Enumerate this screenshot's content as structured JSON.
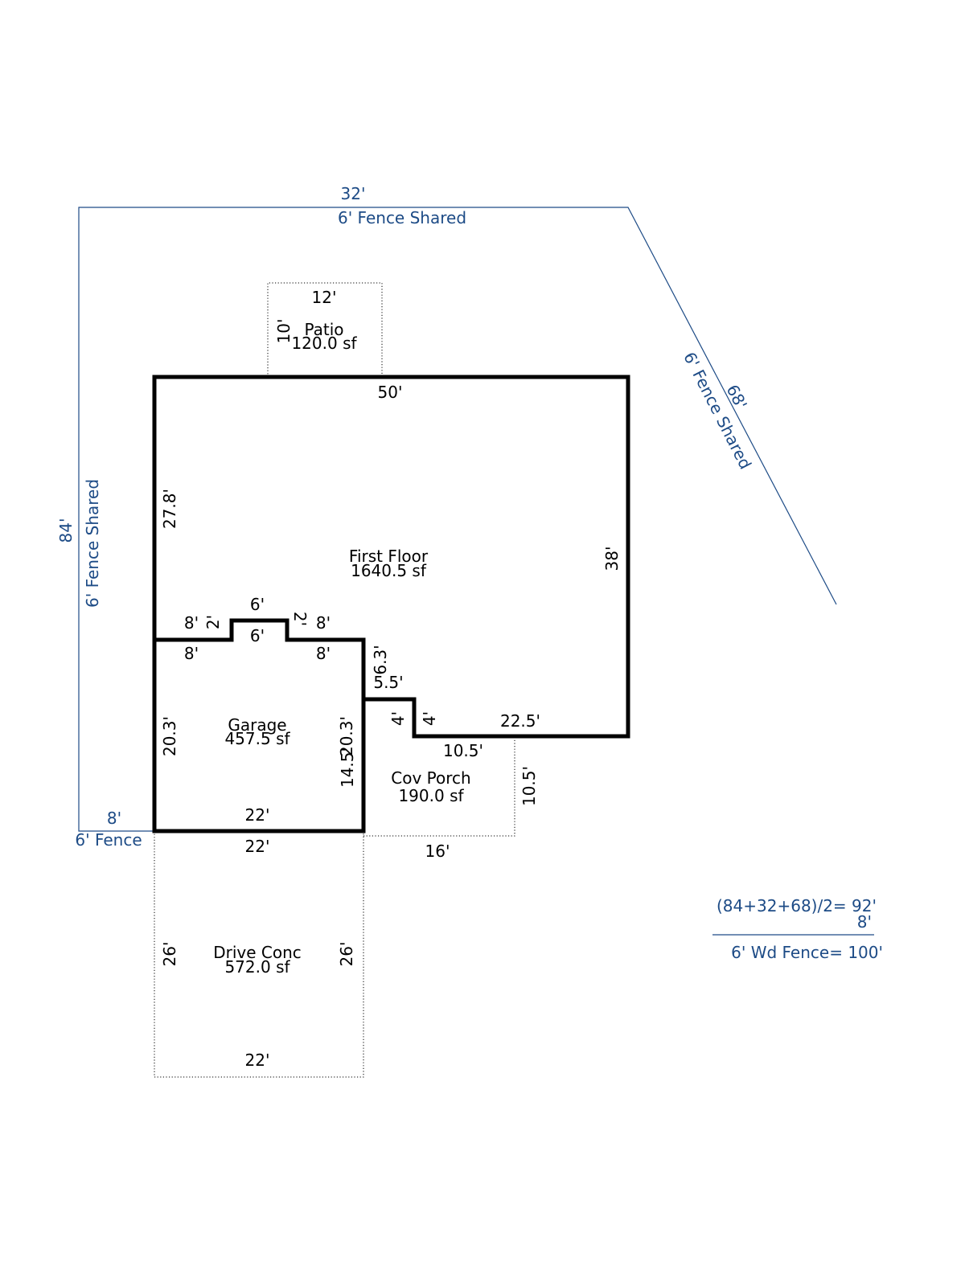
{
  "fence": {
    "top_length": "32'",
    "top_label": "6' Fence Shared",
    "diagonal_length": "68'",
    "diagonal_label": "6' Fence Shared",
    "left_length": "84'",
    "left_label": "6' Fence Shared",
    "bottom_length": "8'",
    "bottom_label": "6' Fence"
  },
  "patio": {
    "name": "Patio",
    "area": "120.0 sf",
    "width": "12'",
    "depth": "10'"
  },
  "first_floor": {
    "name": "First Floor",
    "area": "1640.5 sf",
    "top": "50'",
    "left": "27.8'",
    "right": "38'",
    "notch_left_run": "8'",
    "notch_left_rise": "2'",
    "notch_top": "6'",
    "notch_right_rise": "2'",
    "notch_right_run": "8'",
    "inner_vertical": "6.3'",
    "step_run": "5.5'",
    "step_rise_left": "4'",
    "step_rise_right": "4'",
    "bottom_right": "22.5'"
  },
  "garage": {
    "name": "Garage",
    "area": "457.5 sf",
    "top_left": "8'",
    "top_mid": "6'",
    "top_right": "8'",
    "left": "20.3'",
    "right": "20.3'",
    "bottom": "22'"
  },
  "porch": {
    "name": "Cov Porch",
    "area": "190.0 sf",
    "top": "10.5'",
    "right": "10.5'",
    "left": "14.5'",
    "bottom": "16'"
  },
  "drive": {
    "name": "Drive Conc",
    "area": "572.0 sf",
    "top": "22'",
    "left": "26'",
    "right": "26'",
    "bottom": "22'"
  },
  "calculation": {
    "line1": "(84+32+68)/2= 92'",
    "line2": "8'",
    "line3": "6' Wd Fence= 100'"
  }
}
